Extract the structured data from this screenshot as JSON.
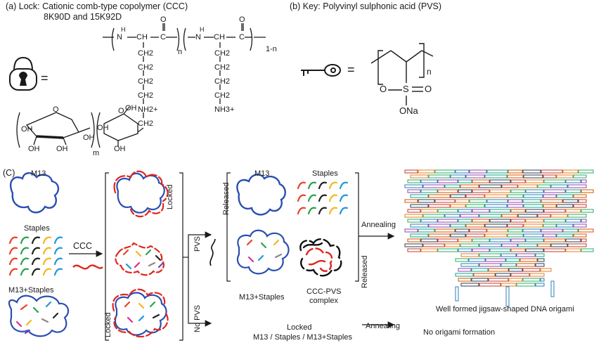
{
  "panel_a": {
    "heading": "(a) Lock: Cationic comb-type copolymer (CCC)",
    "subheading": "8K90D and 15K92D",
    "equals": "=",
    "chem_labels": [
      "N",
      "H",
      "CH",
      "C",
      "O",
      "n",
      "1-n",
      "CH2",
      "NH2+",
      "NH3+",
      "OH",
      "O",
      "m"
    ]
  },
  "panel_b": {
    "heading": "(b) Key: Polyvinyl sulphonic acid (PVS)",
    "equals": "=",
    "chem_labels": [
      "n",
      "S",
      "O",
      "O",
      "ONa"
    ]
  },
  "panel_c": {
    "heading": "(C)",
    "m13": "M13",
    "staples": "Staples",
    "m13_staples": "M13+Staples",
    "ccc": "CCC",
    "locked_top": "Locked",
    "locked_bottom": "Locked",
    "pvs": "PVS",
    "no_pvs": "No PVS",
    "released_top": "Released",
    "released_bottom": "Released",
    "m13_released": "M13",
    "staples_released": "Staples",
    "m13_staples_released": "M13+Staples",
    "ccc_pvs_line1": "CCC-PVS",
    "ccc_pvs_line2": "complex",
    "annealing_top": "Annealing",
    "annealing_bottom": "Annealing",
    "origami_caption": "Well formed jigsaw-shaped DNA origami",
    "locked_result_line1": "Locked",
    "locked_result_line2": "M13 / Staples / M13+Staples",
    "no_origami": "No origami formation"
  },
  "colors": {
    "m13_strand": "#2b4fb0",
    "ccc_polymer": "#e0261f",
    "pvs_polymer": "#111111",
    "staples": [
      "#e8432b",
      "#f2b81c",
      "#d92e8f",
      "#2aa34a",
      "#1e9ad6",
      "#8a8a8a",
      "#222222",
      "#7a3fb5"
    ]
  }
}
